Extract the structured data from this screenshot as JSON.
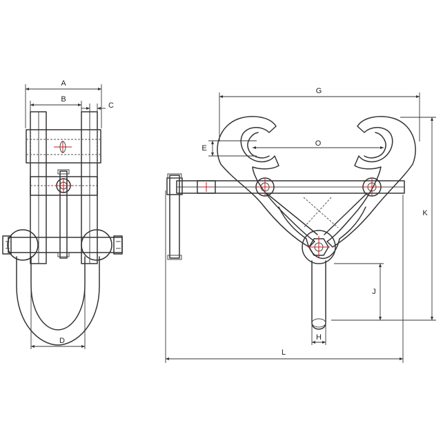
{
  "dimensions": {
    "A": "A",
    "B": "B",
    "C": "C",
    "D": "D",
    "E": "E",
    "G": "G",
    "O": "O",
    "K": "K",
    "J": "J",
    "H": "H",
    "L": "L"
  },
  "colors": {
    "line": "#333333",
    "centerline": "#d01515",
    "background": "#ffffff"
  }
}
